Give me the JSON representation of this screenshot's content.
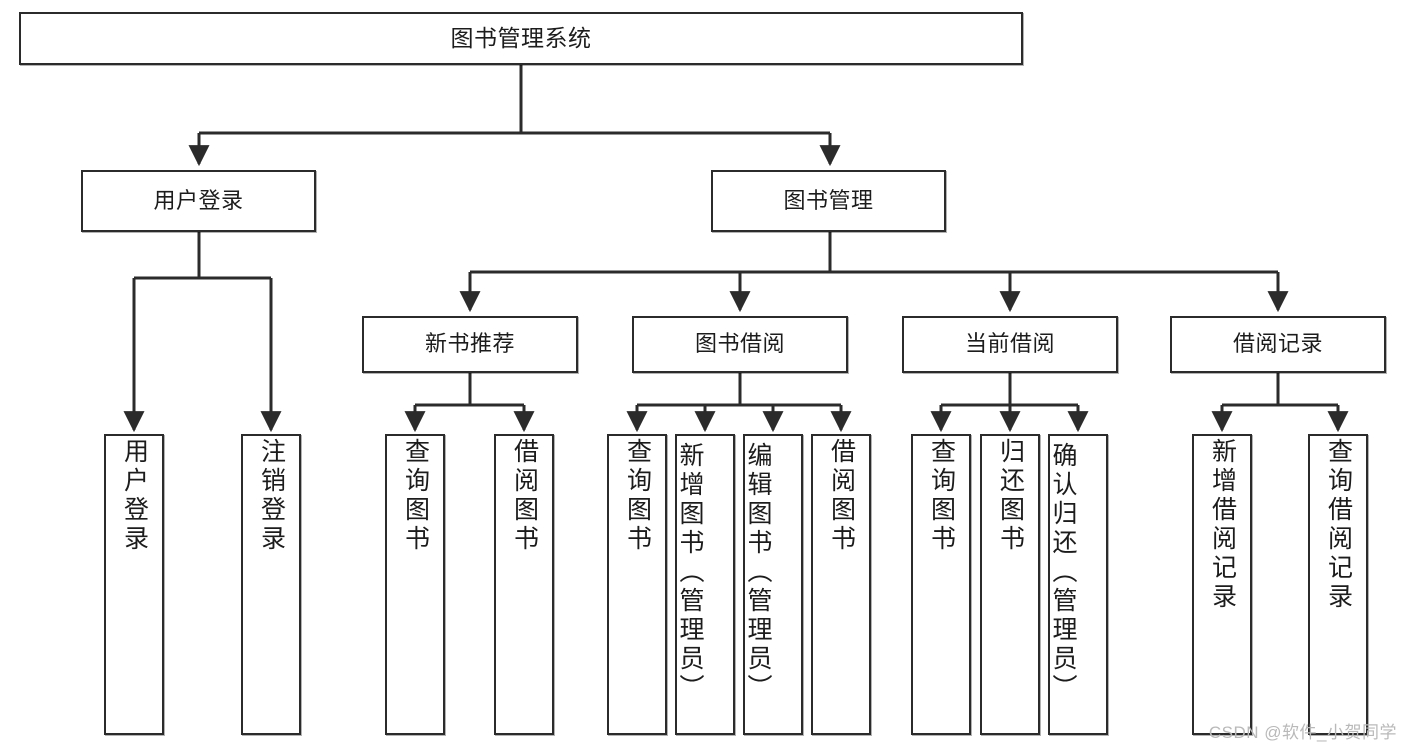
{
  "diagram": {
    "title": "图书管理系统",
    "watermark": "CSDN @软件_小贺同学",
    "line_color": "#2b2b2b",
    "box_fill": "#ffffff",
    "text_color": "#1c1c1c",
    "nodes": {
      "root": "图书管理系统",
      "level2": {
        "user_login": "用户登录",
        "book_manage": "图书管理"
      },
      "level3": {
        "new_book_recommend": "新书推荐",
        "book_borrow": "图书借阅",
        "current_borrow": "当前借阅",
        "borrow_record": "借阅记录"
      },
      "leaves": {
        "user_login_1": "用户登录",
        "user_login_2": "注销登录",
        "recommend_1": "查询图书",
        "recommend_2": "借阅图书",
        "borrow_1": "查询图书",
        "borrow_2": "新增图书（管理员）",
        "borrow_3": "编辑图书（管理员）",
        "borrow_4": "借阅图书",
        "current_1": "查询图书",
        "current_2": "归还图书",
        "current_3": "确认归还（管理员）",
        "record_1": "新增借阅记录",
        "record_2": "查询借阅记录"
      }
    }
  }
}
